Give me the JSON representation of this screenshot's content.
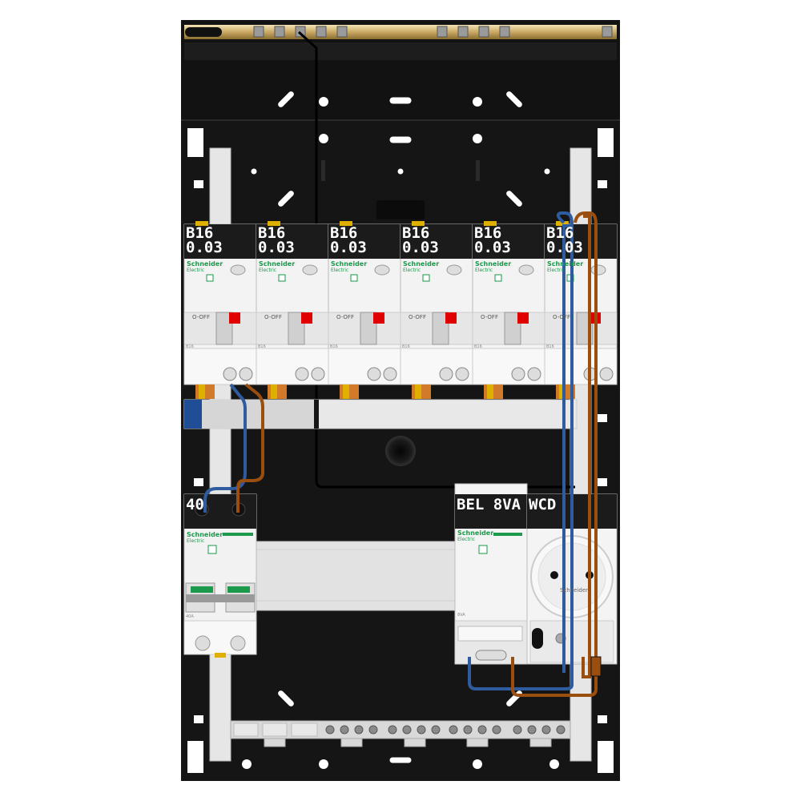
{
  "breakers": [
    {
      "rating": "B16",
      "sensitivity": "0.03",
      "brand": "Schneider",
      "brand_sub": "Electric",
      "off_label": "O-OFF",
      "code": "B16"
    },
    {
      "rating": "B16",
      "sensitivity": "0.03",
      "brand": "Schneider",
      "brand_sub": "Electric",
      "off_label": "O-OFF",
      "code": "B16"
    },
    {
      "rating": "B16",
      "sensitivity": "0.03",
      "brand": "Schneider",
      "brand_sub": "Electric",
      "off_label": "O-OFF",
      "code": "B16"
    },
    {
      "rating": "B16",
      "sensitivity": "0.03",
      "brand": "Schneider",
      "brand_sub": "Electric",
      "off_label": "O-OFF",
      "code": "B16"
    },
    {
      "rating": "B16",
      "sensitivity": "0.03",
      "brand": "Schneider",
      "brand_sub": "Electric",
      "off_label": "O-OFF",
      "code": "B16"
    },
    {
      "rating": "B16",
      "sensitivity": "0.03",
      "brand": "Schneider",
      "brand_sub": "Electric",
      "off_label": "O-OFF",
      "code": "B16"
    }
  ],
  "main_switch": {
    "label": "40",
    "brand": "Schneider",
    "brand_sub": "Electric",
    "rating_text": "40A"
  },
  "bell_transformer": {
    "label": "BEL 8VA",
    "brand": "Schneider",
    "brand_sub": "Electric",
    "rating_text": "8VA"
  },
  "socket": {
    "label": "WCD",
    "brand": "Schneider"
  },
  "wire_colors": {
    "neutral": "#2e5c9e",
    "phase": "#9a4f10",
    "control": "#000000"
  },
  "colors": {
    "enclosure": "#151515",
    "rail": "#e4e4e4",
    "brass_bar": "#d8c08a",
    "schneider_green": "#1a9a4a",
    "trip_red": "#e00000"
  }
}
